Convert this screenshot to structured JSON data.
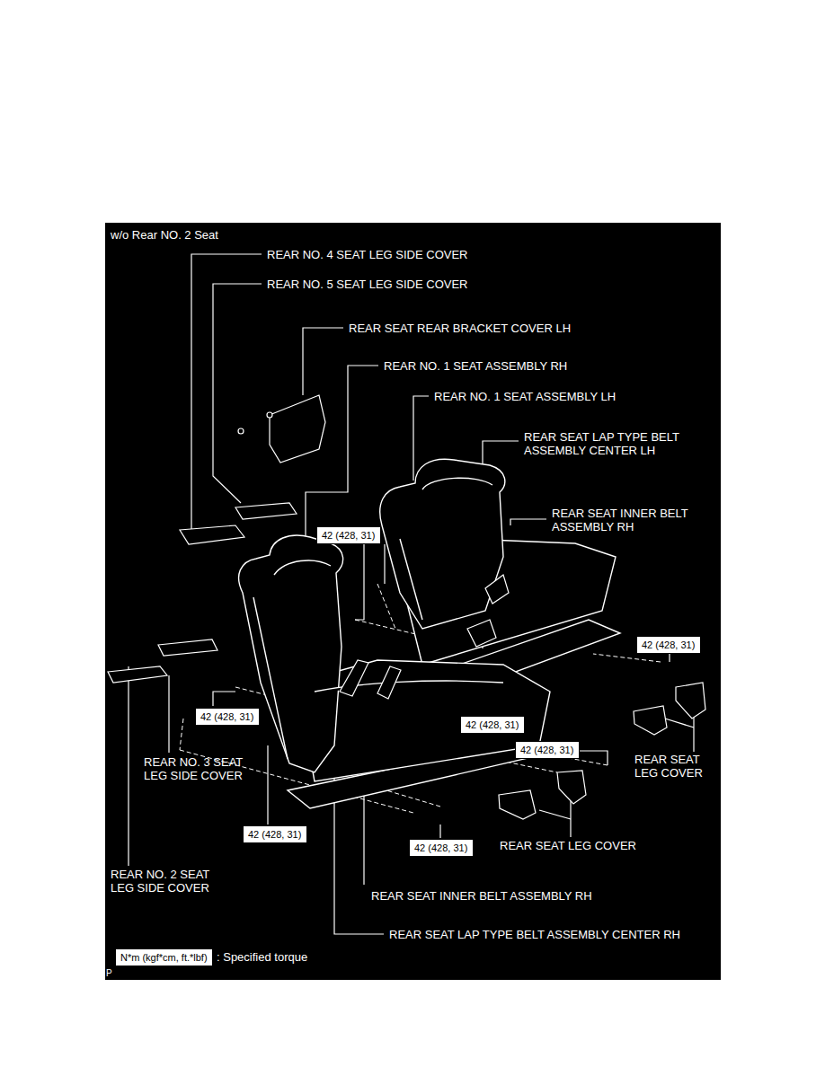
{
  "diagram": {
    "title": "w/o Rear NO. 2 Seat",
    "nodes": [
      {
        "text": [
          "42 (428, 31)"
        ]
      },
      {
        "text": [
          "42 (428, 31)"
        ]
      },
      {
        "text": [
          "42 (428, 31)"
        ]
      },
      {
        "text": [
          "42 (428, 31)"
        ]
      },
      {
        "text": [
          "42 (428, 31)"
        ]
      },
      {
        "text": [
          "42 (428, 31)"
        ]
      },
      {
        "text": [
          "42 (428, 31)"
        ]
      },
      {
        "text": [
          "N*m (kgf*cm, ft.*lbf)"
        ]
      }
    ],
    "labels": [
      "REAR NO. 4 SEAT LEG SIDE COVER",
      "REAR NO. 5 SEAT LEG SIDE COVER",
      "REAR SEAT REAR BRACKET COVER LH",
      "REAR NO. 1 SEAT ASSEMBLY RH",
      "REAR NO. 1 SEAT ASSEMBLY LH",
      "REAR SEAT LAP TYPE BELT ASSEMBLY CENTER LH",
      "REAR SEAT INNER BELT ASSEMBLY RH",
      "REAR SEAT LEG COVER",
      "REAR NO. 3 SEAT LEG SIDE COVER",
      "REAR SEAT LEG COVER",
      "REAR NO. 2 SEAT LEG SIDE COVER",
      "REAR SEAT INNER BELT ASSEMBLY RH",
      "REAR SEAT LAP TYPE BELT ASSEMBLY CENTER RH",
      ": Specified torque",
      "P"
    ]
  }
}
